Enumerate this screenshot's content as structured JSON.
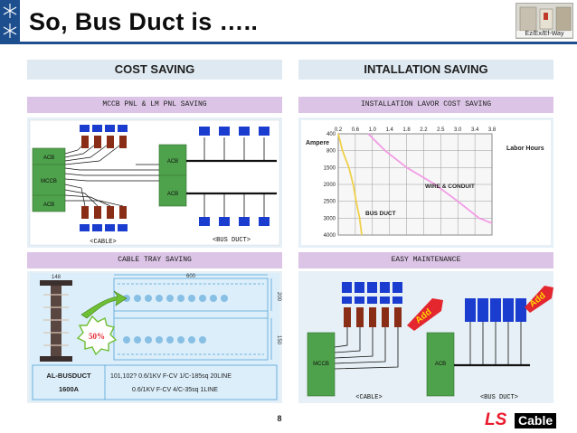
{
  "slide": {
    "title": "So, Bus Duct is …..",
    "header_tag": "Ez/Ex/Ef-Way",
    "page_number": "8"
  },
  "left": {
    "heading": "COST SAVING",
    "mccb": {
      "subtitle": "MCCB PNL & LM PNL SAVING",
      "cable_caption": "<CABLE>",
      "busduct_caption": "<BUS DUCT>",
      "acb": "ACB",
      "mccb": "MCCB"
    },
    "tray": {
      "subtitle": "CABLE TRAY SAVING",
      "badge": "50%",
      "top_dim": "600",
      "side_dim_1": "200",
      "side_dim_2": "150",
      "width_dim": "148",
      "part_label_1": "AL-BUSDUCT",
      "part_label_2": "1600A",
      "spec_line_1": "101,102?  0.6/1KV  F-CV  1/C-185sq  20LINE",
      "spec_line_2": "0.6/1KV  F-CV  4/C-35sq  1LINE"
    }
  },
  "right": {
    "heading": "INTALLATION SAVING",
    "labor": {
      "subtitle": "INSTALLATION LAVOR COST SAVING",
      "ylabel": "Ampere",
      "xlabel": "Labor Hours",
      "wire_label": "WIRE & CONDUIT",
      "bus_label": "BUS DUCT"
    },
    "maint": {
      "subtitle": "EASY MAINTENANCE",
      "add": "Add",
      "mccb": "MCCB",
      "acb": "ACB",
      "cable_caption": "<CABLE>",
      "busduct_caption": "<BUS DUCT>"
    }
  },
  "chart_data": {
    "type": "line",
    "ylabel": "Ampere",
    "xlabel": "Labor Hours",
    "x_ticks": [
      0.2,
      0.6,
      1.0,
      1.4,
      1.8,
      2.2,
      2.5,
      3.0,
      3.4,
      3.8
    ],
    "y_ticks": [
      400,
      800,
      1500,
      2000,
      2500,
      3000,
      4000
    ],
    "series": [
      {
        "name": "WIRE & CONDUIT",
        "color": "#f39be6",
        "points": [
          [
            0.9,
            400
          ],
          [
            1.3,
            800
          ],
          [
            1.8,
            1500
          ],
          [
            2.4,
            2000
          ],
          [
            3.0,
            2500
          ],
          [
            3.5,
            3000
          ],
          [
            3.8,
            3300
          ]
        ]
      },
      {
        "name": "BUS DUCT",
        "color": "#f0d04a",
        "points": [
          [
            0.2,
            400
          ],
          [
            0.3,
            800
          ],
          [
            0.45,
            1500
          ],
          [
            0.55,
            2000
          ],
          [
            0.62,
            2500
          ],
          [
            0.7,
            3000
          ],
          [
            0.75,
            4000
          ]
        ]
      }
    ]
  },
  "colors": {
    "panel_bg": "#e6f0f6",
    "sub_head": "#dcc4e6",
    "breaker_blue": "#1a3ccf",
    "breaker_red": "#8a2d16",
    "acb_green": "#4fa24c",
    "cable_line": "#111111",
    "add_red": "#e4262f",
    "badge_green": "#6fbf34"
  }
}
